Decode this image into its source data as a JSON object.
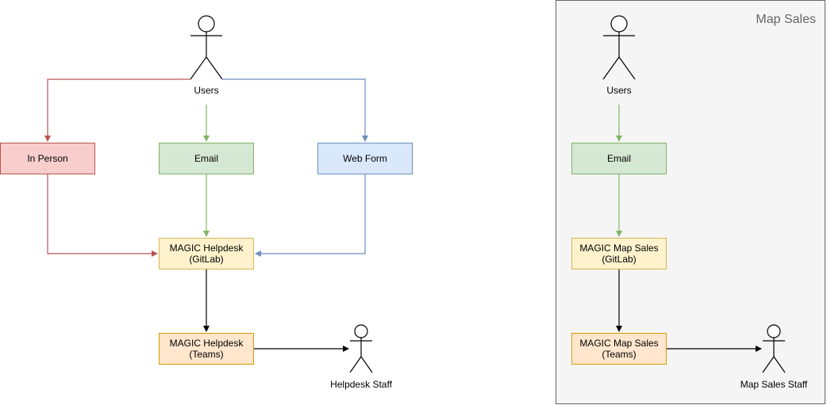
{
  "group": {
    "title": "Map Sales"
  },
  "left": {
    "users": "Users",
    "in_person": "In Person",
    "email": "Email",
    "web_form": "Web Form",
    "helpdesk_gitlab": [
      "MAGIC Helpdesk",
      "(GitLab)"
    ],
    "helpdesk_teams": [
      "MAGIC Helpdesk",
      "(Teams)"
    ],
    "staff": "Helpdesk Staff"
  },
  "right": {
    "users": "Users",
    "email": "Email",
    "mapsales_gitlab": [
      "MAGIC Map Sales",
      "(GitLab)"
    ],
    "mapsales_teams": [
      "MAGIC Map Sales",
      "(Teams)"
    ],
    "staff": "Map Sales Staff"
  },
  "colors": {
    "red_fill": "#f8cecc",
    "red_stroke": "#b85450",
    "green_fill": "#d5e8d4",
    "green_stroke": "#82b366",
    "blue_fill": "#dae8fc",
    "blue_stroke": "#6c8ebf",
    "yellow_fill": "#fff2cc",
    "yellow_stroke": "#d6b656",
    "orange_fill": "#ffe6cc",
    "orange_stroke": "#d79b00",
    "group_fill": "#f5f5f5",
    "group_stroke": "#666666"
  }
}
